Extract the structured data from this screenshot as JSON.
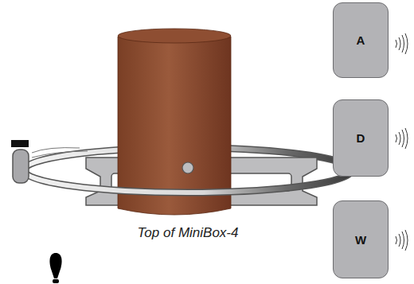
{
  "diagram": {
    "nodes": [
      {
        "text": [
          "A"
        ]
      },
      {
        "text": [
          "D"
        ]
      },
      {
        "text": [
          "W"
        ]
      }
    ],
    "labels": [
      "Top of MiniBox-4"
    ]
  }
}
